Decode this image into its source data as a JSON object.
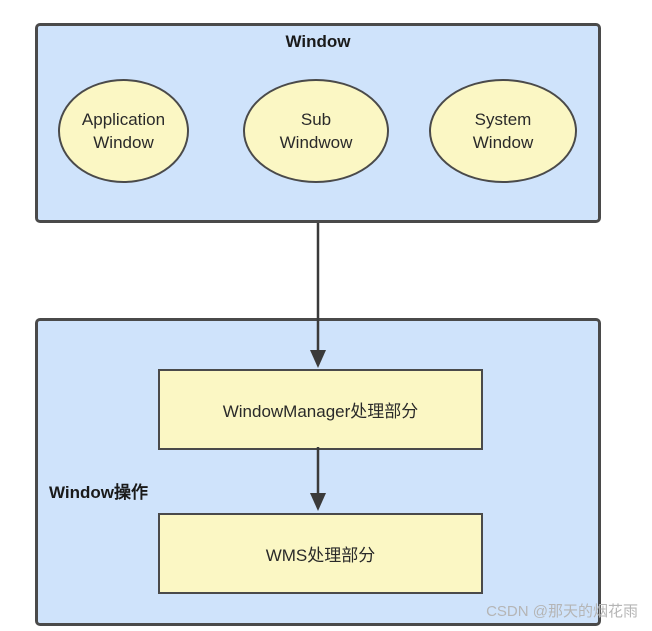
{
  "colors": {
    "container_fill": "#cfe3fb",
    "node_fill": "#fbf7c4",
    "stroke": "#4a4a4a"
  },
  "window_group": {
    "title": "Window",
    "ellipses": [
      {
        "line1": "Application",
        "line2": "Window"
      },
      {
        "line1": "Sub",
        "line2": "Windwow"
      },
      {
        "line1": "System",
        "line2": "Window"
      }
    ]
  },
  "operation_group": {
    "title": "Window操作",
    "boxes": [
      {
        "label": "WindowManager处理部分"
      },
      {
        "label": "WMS处理部分"
      }
    ]
  },
  "watermark": "CSDN @那天的烟花雨"
}
